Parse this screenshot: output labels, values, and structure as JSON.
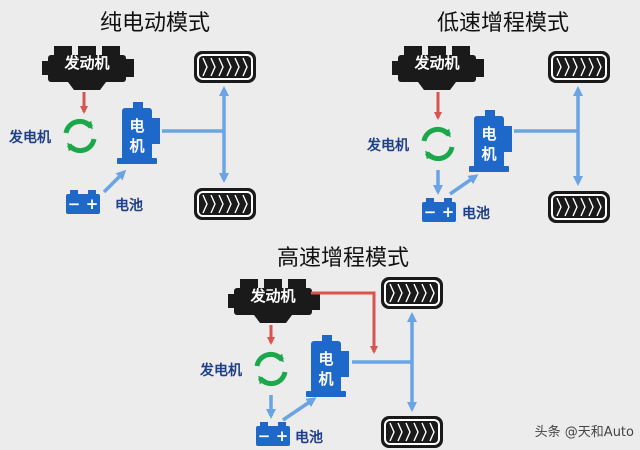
{
  "modes": [
    {
      "title": "纯电动模式"
    },
    {
      "title": "低速增程模式"
    },
    {
      "title": "高速增程模式"
    }
  ],
  "labels": {
    "engine": "发动机",
    "generator": "发电机",
    "motor_line1": "电",
    "motor_line2": "机",
    "battery": "电池",
    "battery_minus": "−",
    "battery_plus": "+"
  },
  "watermark": "头条 @天和Auto",
  "colors": {
    "background": "#ececec",
    "motor_blue": "#1e68c9",
    "engine_black": "#1a1a1a",
    "flow_red": "#d9534f",
    "flow_blue": "#6aa3e6",
    "generator_green": "#1aa84a",
    "label_navy": "#1f3f8a"
  }
}
